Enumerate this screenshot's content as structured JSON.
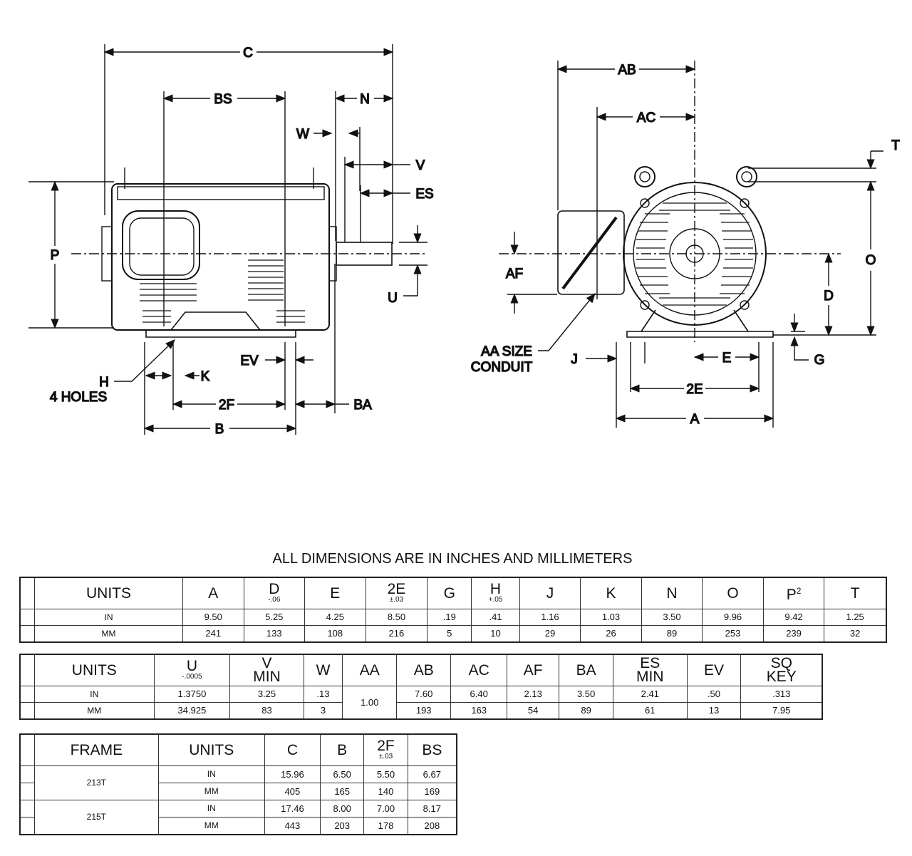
{
  "drawing": {
    "side_view": {
      "C": "C",
      "BS": "BS",
      "N": "N",
      "W": "W",
      "V": "V",
      "ES": "ES",
      "P": "P",
      "U": "U",
      "EV": "EV",
      "K": "K",
      "H": "H",
      "holes": "4 HOLES",
      "2F": "2F",
      "BA": "BA",
      "B": "B"
    },
    "end_view": {
      "AB": "AB",
      "AC": "AC",
      "T": "T",
      "O": "O",
      "AF": "AF",
      "D": "D",
      "G": "G",
      "aa_line1": "AA SIZE",
      "aa_line2": "CONDUIT",
      "J": "J",
      "E": "E",
      "2E": "2E",
      "A": "A"
    }
  },
  "title": "ALL DIMENSIONS ARE IN INCHES AND MILLIMETERS",
  "table1": {
    "headers": [
      {
        "label": "UNITS",
        "sub": ""
      },
      {
        "label": "A",
        "sub": ""
      },
      {
        "label": "D",
        "sub": "-.06"
      },
      {
        "label": "E",
        "sub": ""
      },
      {
        "label": "2E",
        "sub": "±.03"
      },
      {
        "label": "G",
        "sub": ""
      },
      {
        "label": "H",
        "sub": "+.05"
      },
      {
        "label": "J",
        "sub": ""
      },
      {
        "label": "K",
        "sub": ""
      },
      {
        "label": "N",
        "sub": ""
      },
      {
        "label": "O",
        "sub": ""
      },
      {
        "label": "P",
        "sub": "2"
      },
      {
        "label": "T",
        "sub": ""
      }
    ],
    "rows": [
      [
        "IN",
        "9.50",
        "5.25",
        "4.25",
        "8.50",
        ".19",
        ".41",
        "1.16",
        "1.03",
        "3.50",
        "9.96",
        "9.42",
        "1.25"
      ],
      [
        "MM",
        "241",
        "133",
        "108",
        "216",
        "5",
        "10",
        "29",
        "26",
        "89",
        "253",
        "239",
        "32"
      ]
    ]
  },
  "table2": {
    "headers": [
      {
        "label": "UNITS",
        "sub": ""
      },
      {
        "label": "U",
        "sub": "-.0005"
      },
      {
        "label": "V",
        "sub2": "MIN"
      },
      {
        "label": "W",
        "sub": ""
      },
      {
        "label": "AA",
        "sub": ""
      },
      {
        "label": "AB",
        "sub": ""
      },
      {
        "label": "AC",
        "sub": ""
      },
      {
        "label": "AF",
        "sub": ""
      },
      {
        "label": "BA",
        "sub": ""
      },
      {
        "label": "ES",
        "sub2": "MIN"
      },
      {
        "label": "EV",
        "sub": ""
      },
      {
        "label": "SQ",
        "sub2": "KEY"
      }
    ],
    "rows": [
      [
        "IN",
        "1.3750",
        "3.25",
        ".13",
        "1.00",
        "7.60",
        "6.40",
        "2.13",
        "3.50",
        "2.41",
        ".50",
        ".313"
      ],
      [
        "MM",
        "34.925",
        "83",
        "3",
        "",
        "193",
        "163",
        "54",
        "89",
        "61",
        "13",
        "7.95"
      ]
    ]
  },
  "table3": {
    "headers": [
      {
        "label": "FRAME",
        "sub": ""
      },
      {
        "label": "UNITS",
        "sub": ""
      },
      {
        "label": "C",
        "sub": ""
      },
      {
        "label": "B",
        "sub": ""
      },
      {
        "label": "2F",
        "sub": "±.03"
      },
      {
        "label": "BS",
        "sub": ""
      }
    ],
    "frames": [
      {
        "frame": "213T",
        "rows": [
          [
            "IN",
            "15.96",
            "6.50",
            "5.50",
            "6.67"
          ],
          [
            "MM",
            "405",
            "165",
            "140",
            "169"
          ]
        ]
      },
      {
        "frame": "215T",
        "rows": [
          [
            "IN",
            "17.46",
            "8.00",
            "7.00",
            "8.17"
          ],
          [
            "MM",
            "443",
            "203",
            "178",
            "208"
          ]
        ]
      }
    ]
  }
}
